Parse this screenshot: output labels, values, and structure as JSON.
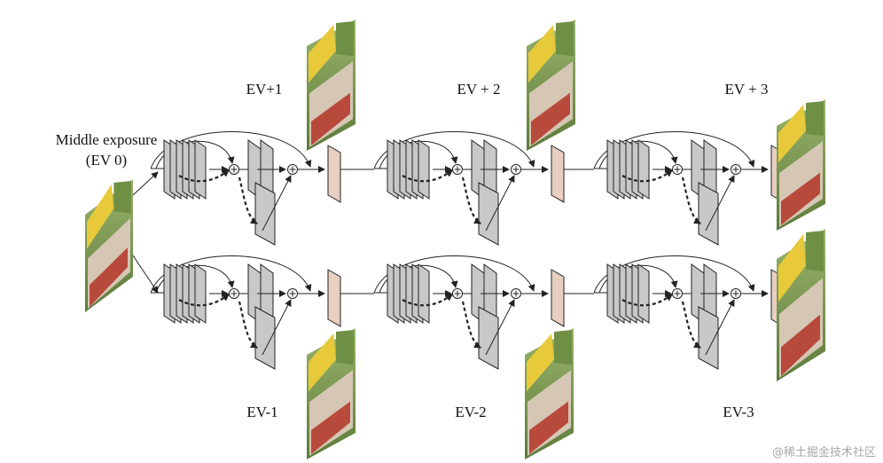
{
  "input_label_line1": "Middle exposure",
  "input_label_line2": "(EV 0)",
  "upper_branch": [
    "EV+1",
    "EV + 2",
    "EV + 3"
  ],
  "lower_branch": [
    "EV-1",
    "EV-2",
    "EV-3"
  ],
  "watermark": "@稀土掘金技术社区",
  "colors": {
    "feature_map": "#c8c8c8",
    "output_block": "#e8cfc2",
    "stroke": "#222222"
  }
}
